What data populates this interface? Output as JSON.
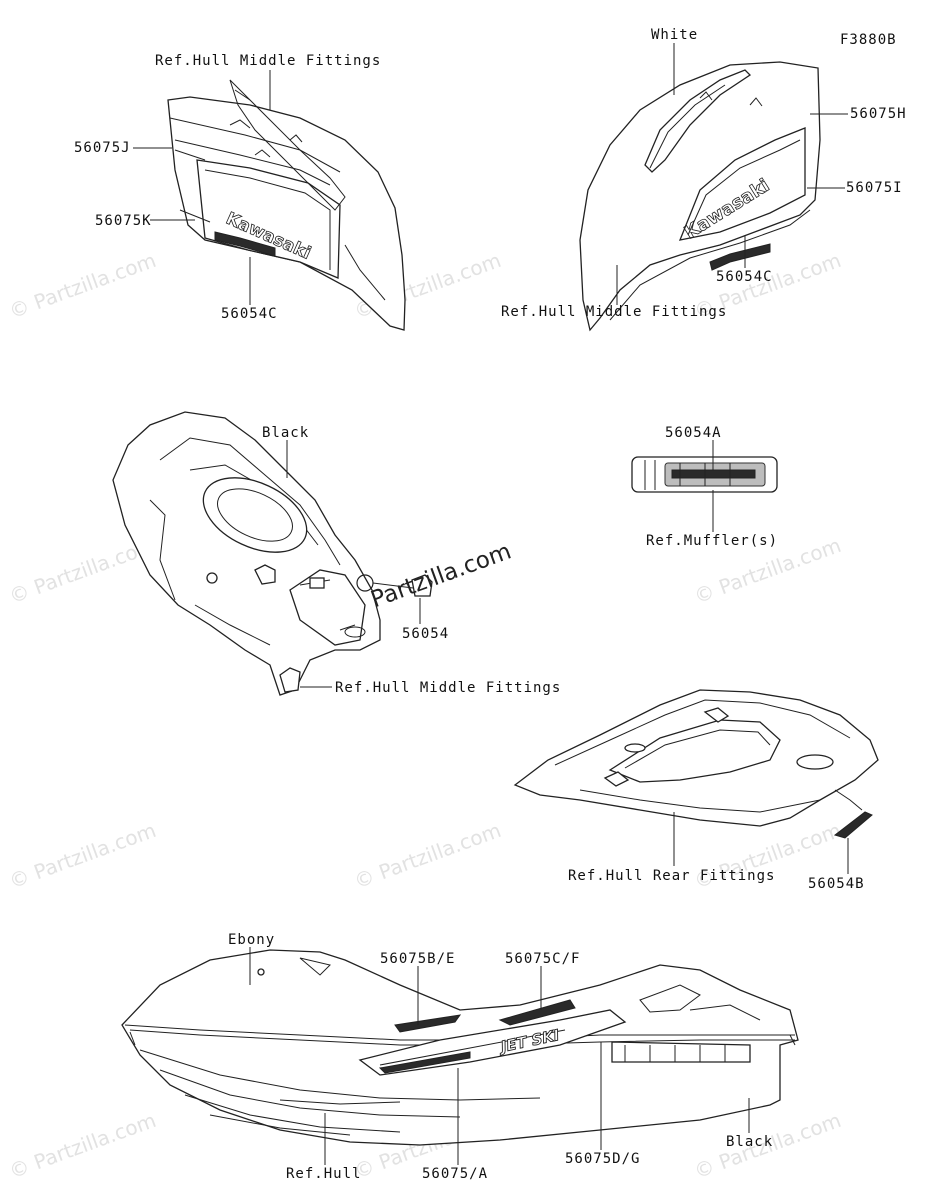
{
  "figure_code": "F3880B",
  "watermark_brand": "Partzilla.com",
  "watermark_small": "© Partzilla.com",
  "labels": {
    "ref_hull_middle_1": "Ref.Hull Middle Fittings",
    "p56075J": "56075J",
    "p56075K": "56075K",
    "p56054C_left": "56054C",
    "white": "White",
    "p56075H": "56075H",
    "p56075I": "56075I",
    "p56054C_right": "56054C",
    "ref_hull_middle_2": "Ref.Hull Middle Fittings",
    "black_top": "Black",
    "p56054": "56054",
    "ref_hull_middle_3": "Ref.Hull Middle Fittings",
    "p56054A": "56054A",
    "ref_muffler": "Ref.Muffler(s)",
    "ref_hull_rear": "Ref.Hull Rear Fittings",
    "p56054B": "56054B",
    "ebony": "Ebony",
    "p56075BE": "56075B/E",
    "p56075CF": "56075C/F",
    "black_bottom": "Black",
    "ref_hull": "Ref.Hull",
    "p56075A": "56075/A",
    "p56075DG": "56075D/G"
  },
  "decal_text": {
    "kawasaki": "Kawasaki",
    "jetski": "JET SKI"
  }
}
